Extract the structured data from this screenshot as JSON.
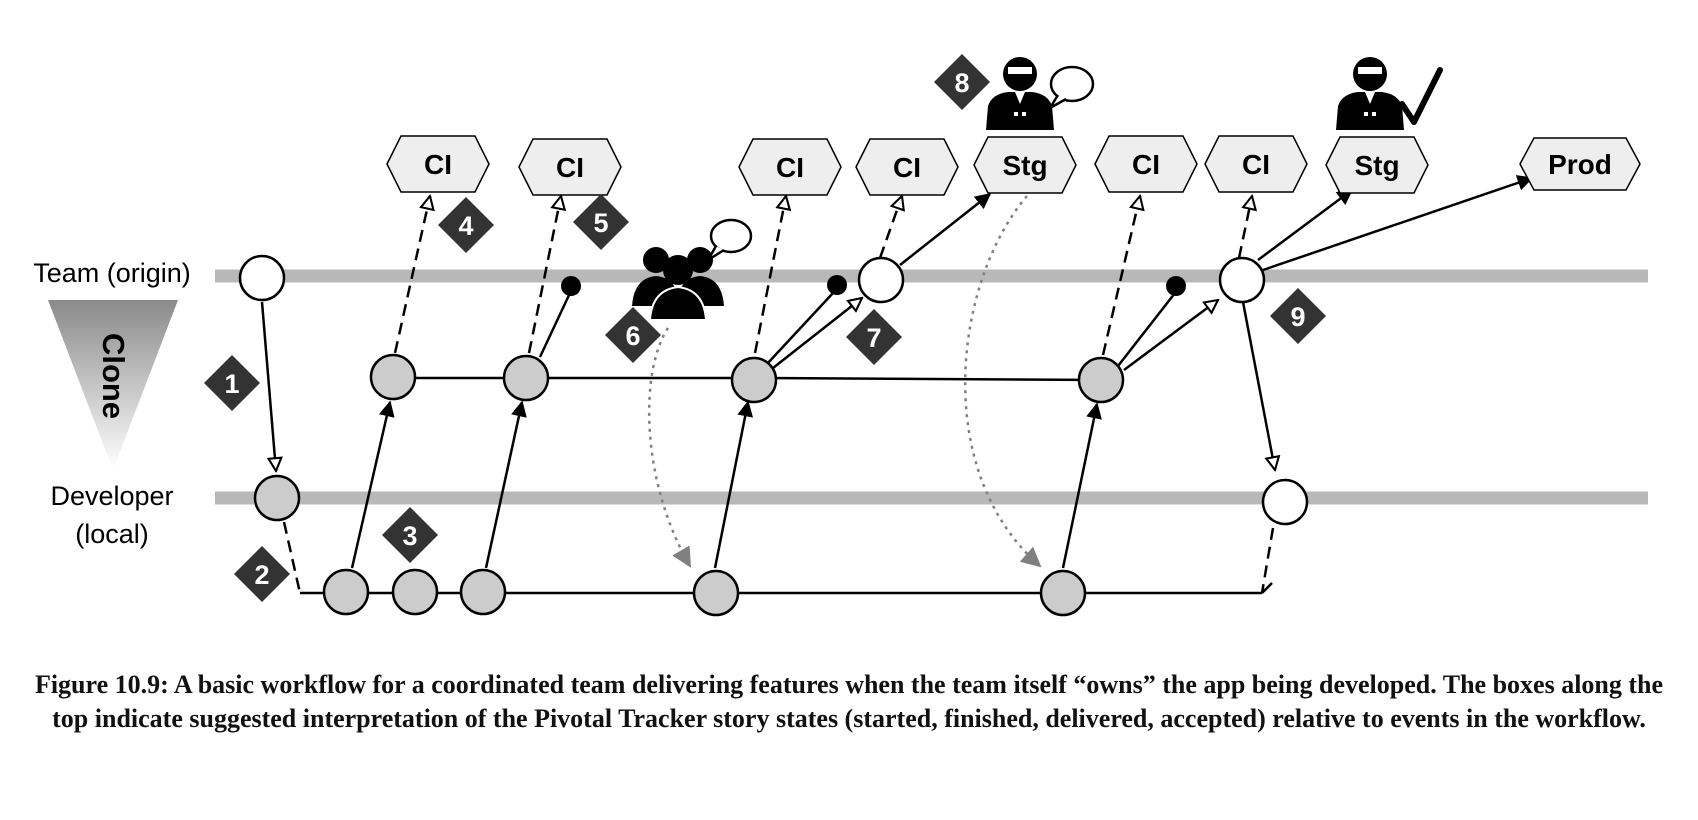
{
  "lanes": {
    "team": "Team (origin)",
    "developer_line1": "Developer",
    "developer_line2": "(local)",
    "clone": "Clone"
  },
  "env_boxes": [
    {
      "id": "ci-1",
      "label": "CI"
    },
    {
      "id": "ci-2",
      "label": "CI"
    },
    {
      "id": "ci-3",
      "label": "CI"
    },
    {
      "id": "ci-4",
      "label": "CI"
    },
    {
      "id": "stg-1",
      "label": "Stg"
    },
    {
      "id": "ci-5",
      "label": "CI"
    },
    {
      "id": "ci-6",
      "label": "CI"
    },
    {
      "id": "stg-2",
      "label": "Stg"
    },
    {
      "id": "prod",
      "label": "Prod"
    }
  ],
  "step_markers": [
    "1",
    "2",
    "3",
    "4",
    "5",
    "6",
    "7",
    "8",
    "9"
  ],
  "icons": {
    "team_group": "team-group-icon",
    "speech_bubble": "speech-bubble-icon",
    "customer": "customer-icon",
    "checkmark": "checkmark-icon"
  },
  "colors": {
    "lane": "#b8b8b8",
    "commit_fill": "#cccccc",
    "marker": "#333333",
    "box_fill": "#eeeeee",
    "dotted_arrow": "#808080"
  },
  "caption": "Figure 10.9: A basic workflow for a coordinated team delivering features when the team itself “owns” the app being developed. The boxes along the top indicate suggested interpretation of the Pivotal Tracker story states (started, finished, delivered, accepted) relative to events in the workflow."
}
